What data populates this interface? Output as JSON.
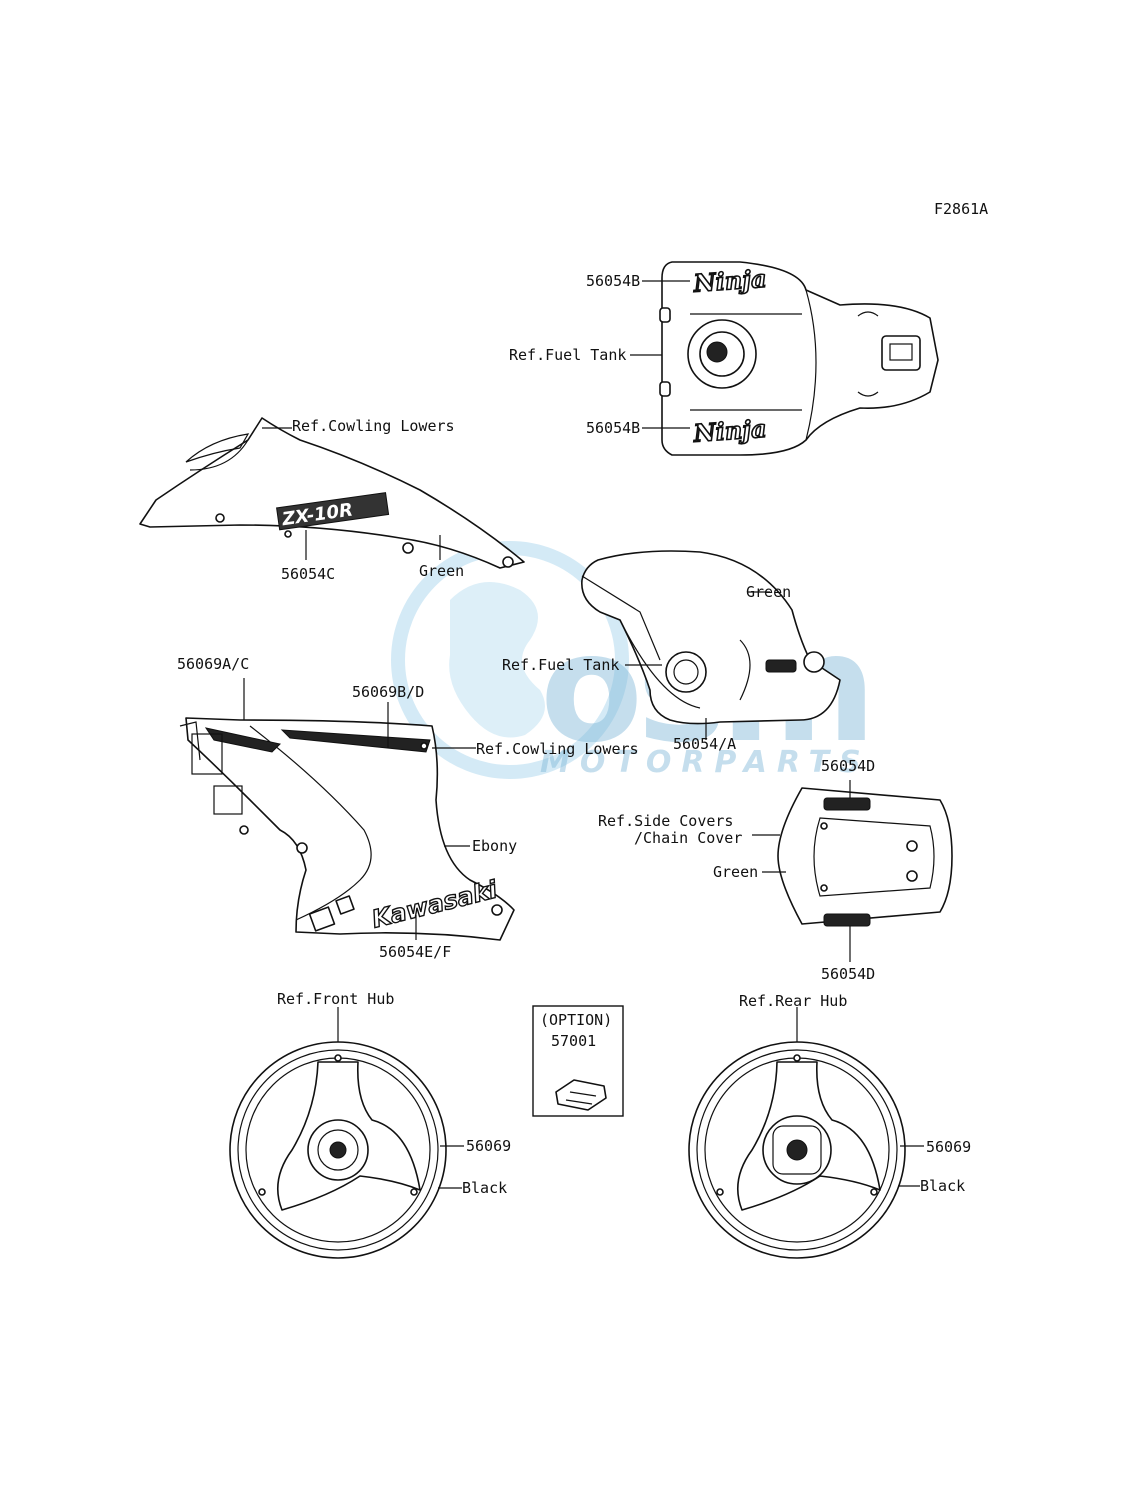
{
  "figure_code": "F2861A",
  "watermark": {
    "brand": "osm",
    "tagline": "MOTORPARTS"
  },
  "labels": {
    "tank_top_decal_a": "56054B",
    "tank_top_ref": "Ref.Fuel Tank",
    "tank_top_decal_b": "56054B",
    "cowl_upper_ref": "Ref.Cowling Lowers",
    "cowl_upper_decal": "56054C",
    "cowl_upper_color": "Green",
    "tank_side_color": "Green",
    "tank_side_ref": "Ref.Fuel Tank",
    "tank_side_decal": "56054/A",
    "fairing_decal_ac": "56069A/C",
    "fairing_decal_bd": "56069B/D",
    "fairing_ref": "Ref.Cowling Lowers",
    "fairing_color": "Ebony",
    "fairing_decal_ef": "56054E/F",
    "seat_decal_top": "56054D",
    "seat_ref_line1": "Ref.Side Covers",
    "seat_ref_line2": "/Chain Cover",
    "seat_color": "Green",
    "seat_decal_bottom": "56054D",
    "front_hub_ref": "Ref.Front Hub",
    "front_wheel_decal": "56069",
    "front_wheel_color": "Black",
    "option_title": "(OPTION)",
    "option_part": "57001",
    "rear_hub_ref": "Ref.Rear Hub",
    "rear_wheel_decal": "56069",
    "rear_wheel_color": "Black"
  },
  "decal_text": {
    "ninja": "Ninja",
    "zx10r": "ZX-10R",
    "kawasaki": "Kawasaki"
  }
}
